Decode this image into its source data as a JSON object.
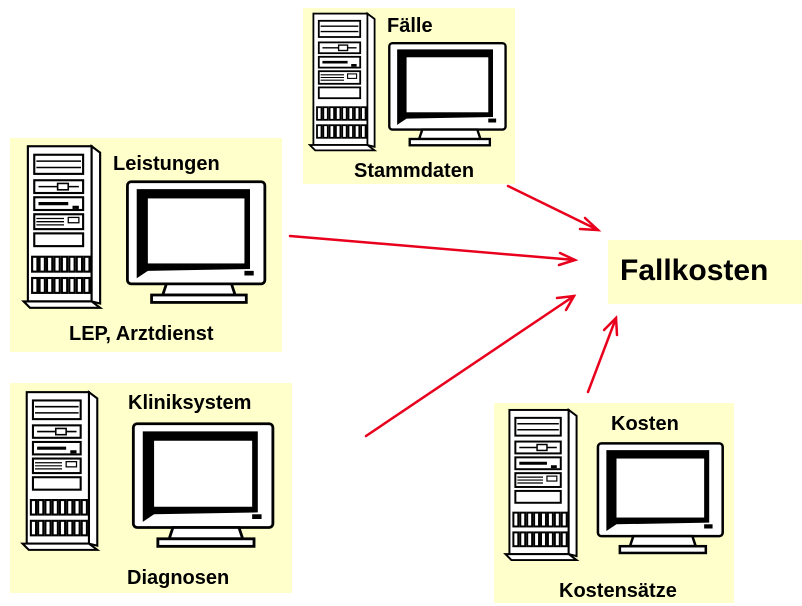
{
  "nodes": {
    "faelle": {
      "title": "Fälle",
      "subtitle": "Stammdaten"
    },
    "leistungen": {
      "title": "Leistungen",
      "subtitle": "LEP, Arztdienst"
    },
    "klinik": {
      "title": "Kliniksystem",
      "subtitle": "Diagnosen"
    },
    "kosten": {
      "title": "Kosten",
      "subtitle": "Kostensätze"
    }
  },
  "target": {
    "label": "Fallkosten"
  },
  "colors": {
    "panel": "#ffffcc",
    "arrow": "#e8001c",
    "ink": "#000000"
  }
}
